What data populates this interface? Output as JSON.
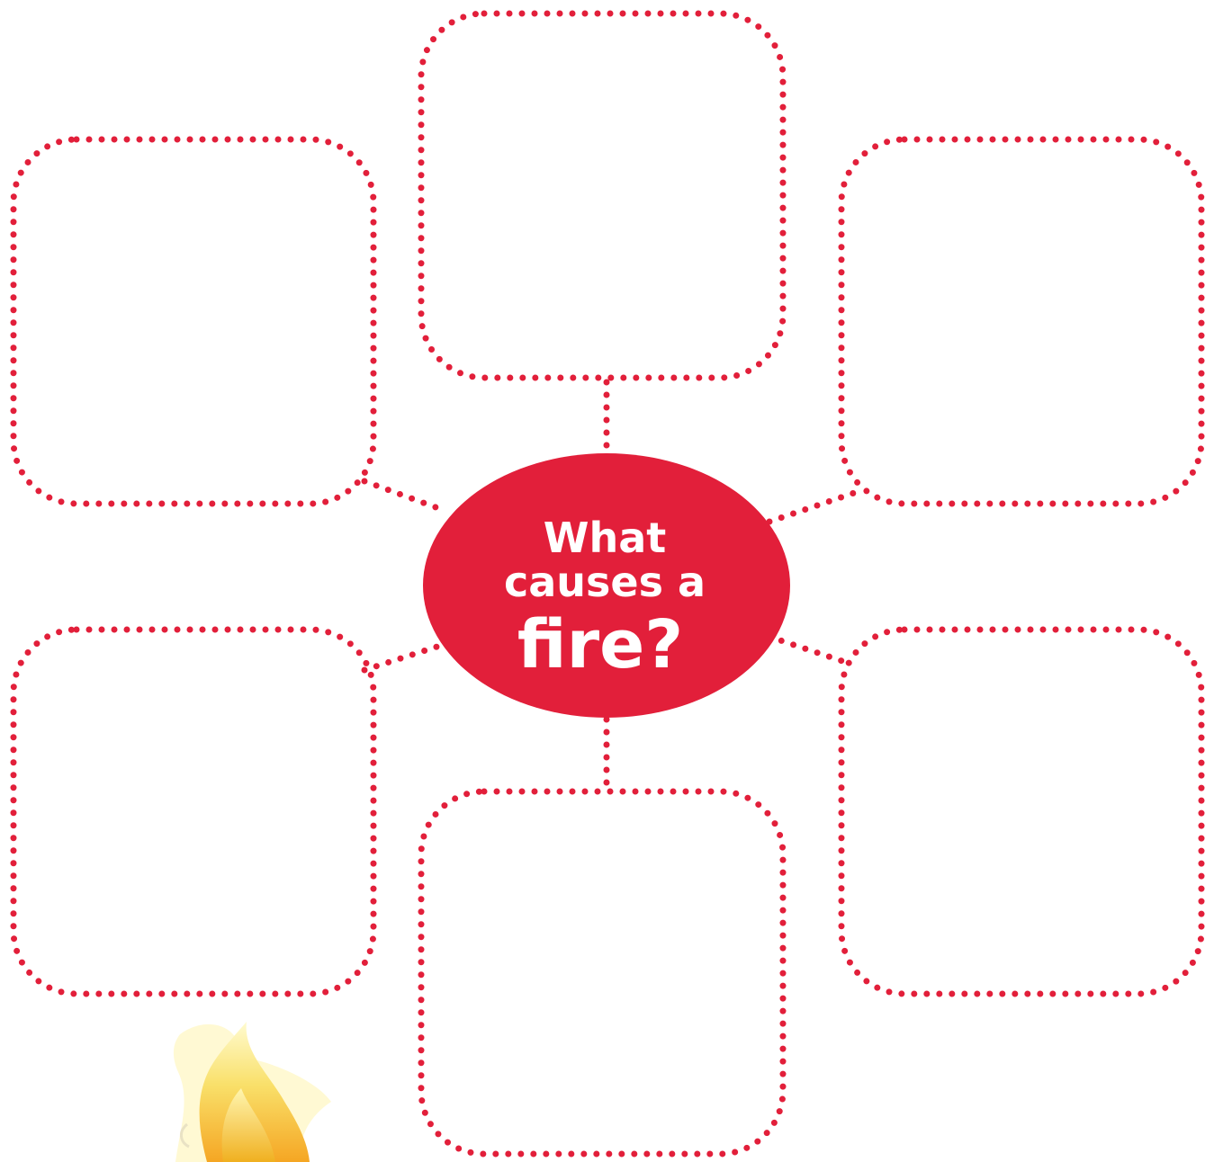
{
  "center": {
    "line1": "What",
    "line2": "causes a",
    "line3": "fire?"
  },
  "colors": {
    "accent": "#e21f3a",
    "text_on_accent": "#ffffff"
  },
  "boxes": [
    {
      "name": "top",
      "text": ""
    },
    {
      "name": "upper-left",
      "text": ""
    },
    {
      "name": "upper-right",
      "text": ""
    },
    {
      "name": "lower-left",
      "text": ""
    },
    {
      "name": "lower-right",
      "text": ""
    },
    {
      "name": "bottom",
      "text": ""
    }
  ],
  "decoration": {
    "icon": "flame-icon"
  }
}
